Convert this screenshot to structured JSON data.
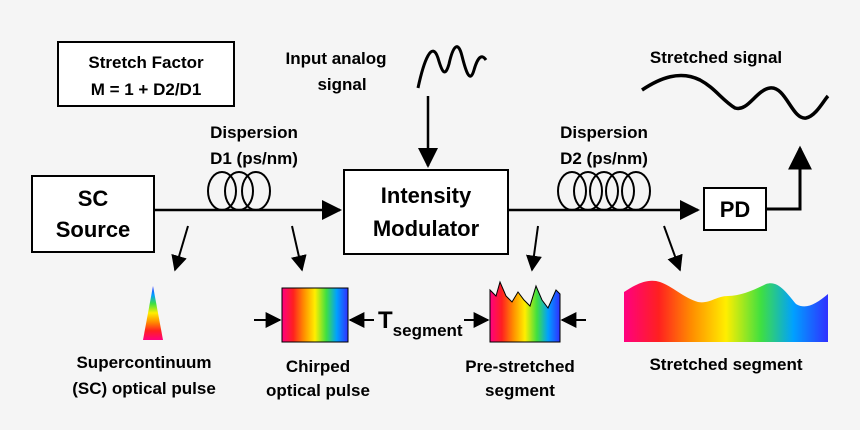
{
  "stretch_factor": {
    "line1": "Stretch Factor",
    "line2": "M = 1 + D2/D1"
  },
  "input_signal": {
    "line1": "Input analog",
    "line2": "signal"
  },
  "stretched_signal": "Stretched signal",
  "dispersion1": {
    "line1": "Dispersion",
    "line2": "D1 (ps/nm)"
  },
  "dispersion2": {
    "line1": "Dispersion",
    "line2": "D2 (ps/nm)"
  },
  "sc_source": {
    "line1": "SC",
    "line2": "Source"
  },
  "modulator": {
    "line1": "Intensity",
    "line2": "Modulator"
  },
  "pd": "PD",
  "t_segment": {
    "main": "T",
    "sub": "segment"
  },
  "captions": {
    "sc_pulse": {
      "line1": "Supercontinuum",
      "line2": "(SC) optical pulse"
    },
    "chirped": {
      "line1": "Chirped",
      "line2": "optical pulse"
    },
    "prestretched": {
      "line1": "Pre-stretched",
      "line2": "segment"
    },
    "stretched_segment": "Stretched segment"
  },
  "colors": {
    "spectrum": [
      "#ff0080",
      "#ff2020",
      "#ff8c00",
      "#ffee00",
      "#40e040",
      "#00a0ff",
      "#3030ff"
    ]
  }
}
